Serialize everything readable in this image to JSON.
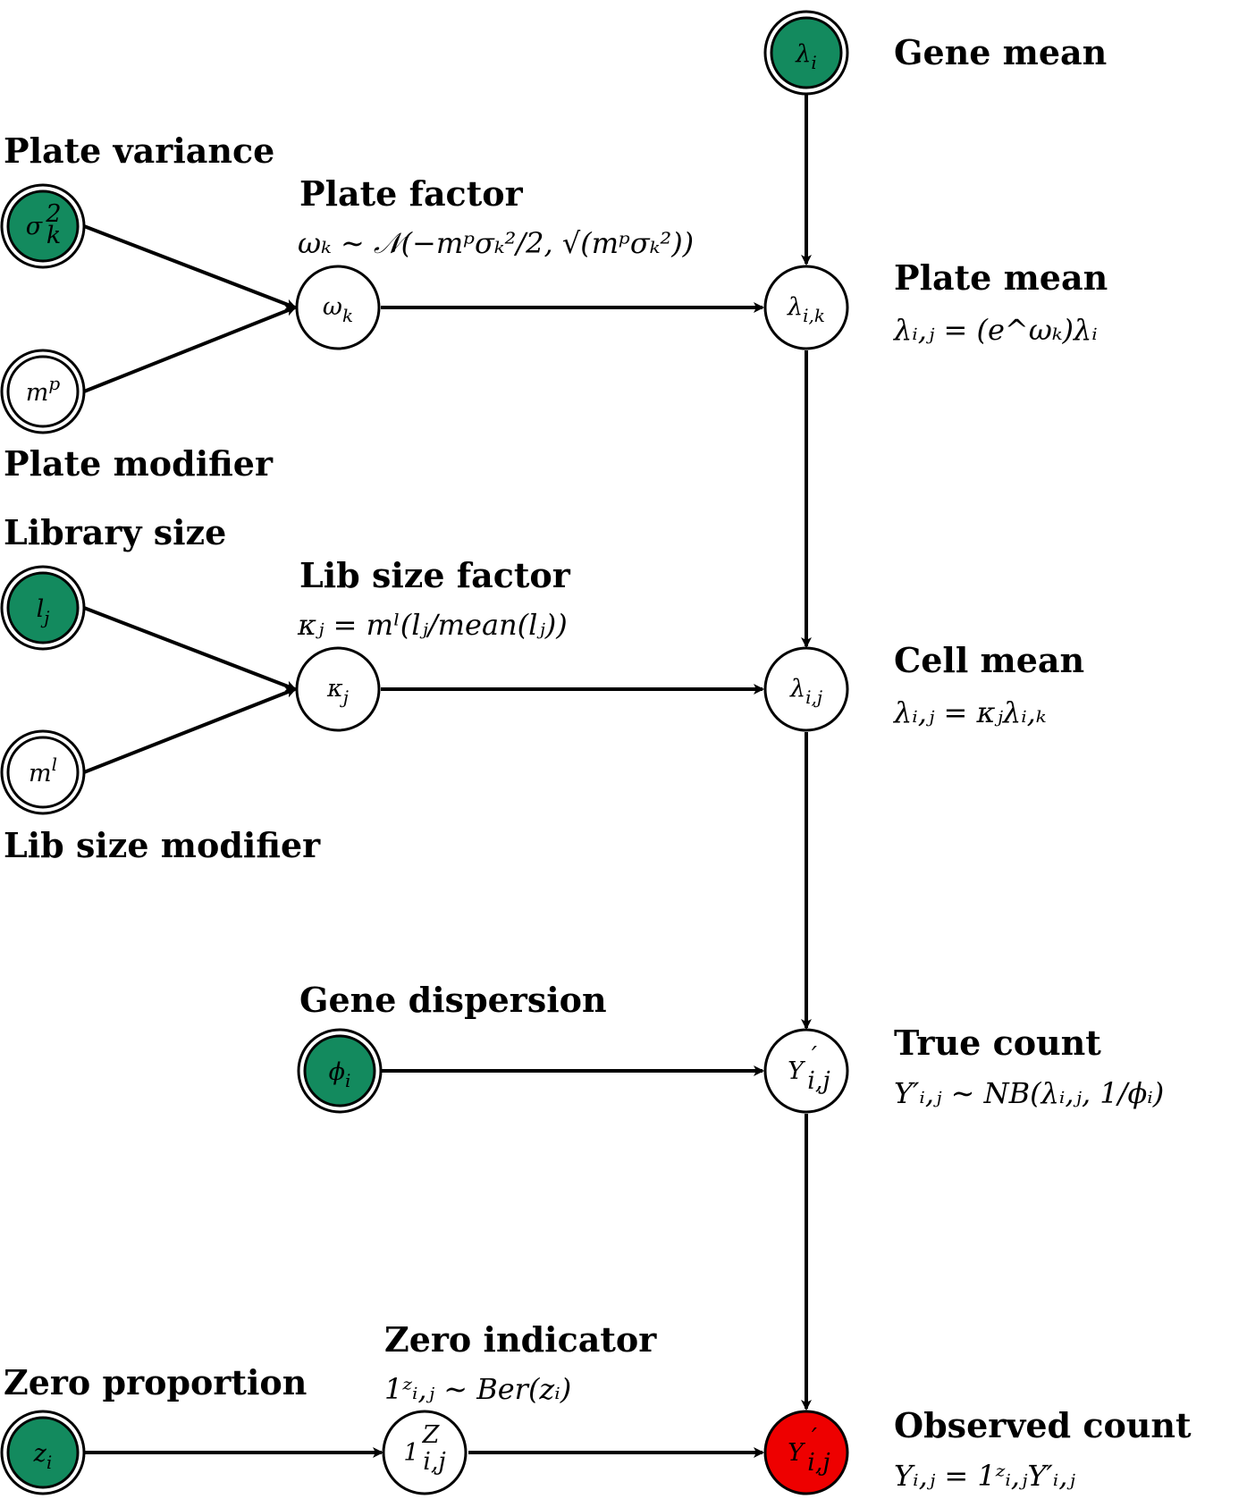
{
  "colors": {
    "param": "#138a5e",
    "observed": "#ee0000",
    "latent": "#ffffff",
    "ink": "#000000"
  },
  "nodes": {
    "gene_mean": {
      "symbol": "λ",
      "sub": "i",
      "title": "Gene mean"
    },
    "plate_variance": {
      "symbol": "σ",
      "sup": "2",
      "sub": "k",
      "title": "Plate variance"
    },
    "plate_modifier": {
      "symbol": "m",
      "sup": "p",
      "title": "Plate modifier"
    },
    "plate_factor": {
      "symbol": "ω",
      "sub": "k",
      "title": "Plate factor",
      "formula": "ωₖ ∼ 𝒩(−mᵖσₖ²/2, √(mᵖσₖ²))"
    },
    "plate_mean": {
      "symbol": "λ",
      "sub": "i,k",
      "title": "Plate mean",
      "formula": "λᵢ,ⱼ = (e^ωₖ)λᵢ"
    },
    "library_size": {
      "symbol": "l",
      "sub": "j",
      "title": "Library size"
    },
    "lib_size_modifier": {
      "symbol": "m",
      "sup": "l",
      "title": "Lib size modifier"
    },
    "lib_size_factor": {
      "symbol": "κ",
      "sub": "j",
      "title": "Lib size factor",
      "formula": "κⱼ = mˡ(lⱼ/mean(lⱼ))"
    },
    "cell_mean": {
      "symbol": "λ",
      "sub": "i,j",
      "title": "Cell mean",
      "formula": "λᵢ,ⱼ = κⱼλᵢ,ₖ"
    },
    "gene_dispersion": {
      "symbol": "ϕ",
      "sub": "i",
      "title": "Gene dispersion"
    },
    "true_count": {
      "symbol": "Y",
      "sup": "′",
      "sub": "i,j",
      "title": "True count",
      "formula": "Y′ᵢ,ⱼ ∼ NB(λᵢ,ⱼ, 1/ϕᵢ)"
    },
    "zero_proportion": {
      "symbol": "z",
      "sub": "i",
      "title": "Zero proportion"
    },
    "zero_indicator": {
      "symbol": "1",
      "sup": "Z",
      "sub": "i,j",
      "title": "Zero indicator",
      "formula": "1ᶻᵢ,ⱼ ∼ Ber(zᵢ)"
    },
    "observed_count": {
      "symbol": "Y",
      "sup": "′",
      "sub": "i,j",
      "title": "Observed count",
      "formula": "Yᵢ,ⱼ = 1ᶻᵢ,ⱼY′ᵢ,ⱼ"
    }
  },
  "edges": [
    [
      "plate_variance",
      "plate_factor"
    ],
    [
      "plate_modifier",
      "plate_factor"
    ],
    [
      "plate_factor",
      "plate_mean"
    ],
    [
      "gene_mean",
      "plate_mean"
    ],
    [
      "plate_mean",
      "cell_mean"
    ],
    [
      "library_size",
      "lib_size_factor"
    ],
    [
      "lib_size_modifier",
      "lib_size_factor"
    ],
    [
      "lib_size_factor",
      "cell_mean"
    ],
    [
      "cell_mean",
      "true_count"
    ],
    [
      "gene_dispersion",
      "true_count"
    ],
    [
      "true_count",
      "observed_count"
    ],
    [
      "zero_proportion",
      "zero_indicator"
    ],
    [
      "zero_indicator",
      "observed_count"
    ]
  ]
}
